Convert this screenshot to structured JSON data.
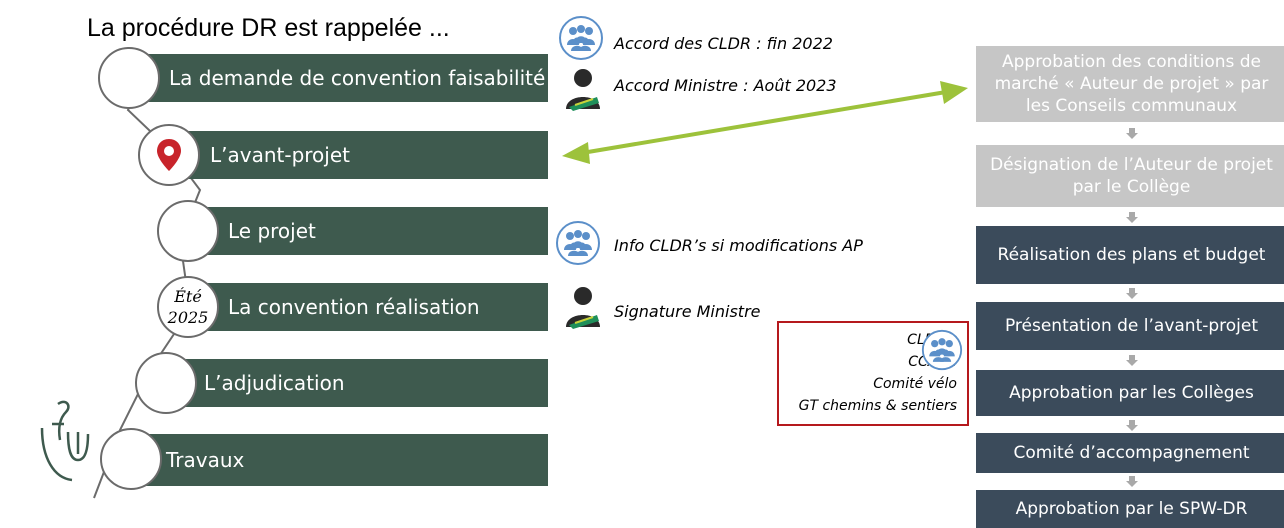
{
  "title": "La procédure DR est rappelée ...",
  "steps": [
    {
      "label": "La demande de convention faisabilité",
      "circle": ""
    },
    {
      "label": "L’avant-projet",
      "circle": "location-pin"
    },
    {
      "label": "Le projet",
      "circle": ""
    },
    {
      "label": "La convention réalisation",
      "circle_line1": "Été",
      "circle_line2": "2025"
    },
    {
      "label": "L’adjudication",
      "circle": ""
    },
    {
      "label": "Travaux",
      "circle": ""
    }
  ],
  "notes": {
    "accord_cldr": "Accord des CLDR : fin 2022",
    "accord_ministre": "Accord Ministre : Août 2023",
    "info_cldr": "Info CLDR’s si modifications AP",
    "signature": "Signature Ministre"
  },
  "redbox": {
    "lines": [
      "CLDR’s",
      "CCATM",
      "Comité vélo",
      "GT chemins & sentiers"
    ]
  },
  "flow": [
    {
      "text": "Approbation des conditions de marché « Auteur de projet » par les Conseils communaux",
      "style": "grey"
    },
    {
      "text": "Désignation de l’Auteur de projet par le Collège",
      "style": "grey"
    },
    {
      "text": "Réalisation des plans et budget",
      "style": "dark"
    },
    {
      "text": "Présentation de l’avant-projet",
      "style": "dark"
    },
    {
      "text": "Approbation par les Collèges",
      "style": "dark"
    },
    {
      "text": "Comité d’accompagnement",
      "style": "dark"
    },
    {
      "text": "Approbation par le SPW-DR",
      "style": "dark"
    }
  ],
  "colors": {
    "bar": "#3e5a4e",
    "arrow": "#9dc23b",
    "flow_grey": "#c6c6c6",
    "flow_dark": "#3b4b5b",
    "highlight_border": "#b5191d",
    "pin": "#c8242b",
    "group_icon": "#5b8fc9",
    "person_band": "#1f8f5a"
  }
}
